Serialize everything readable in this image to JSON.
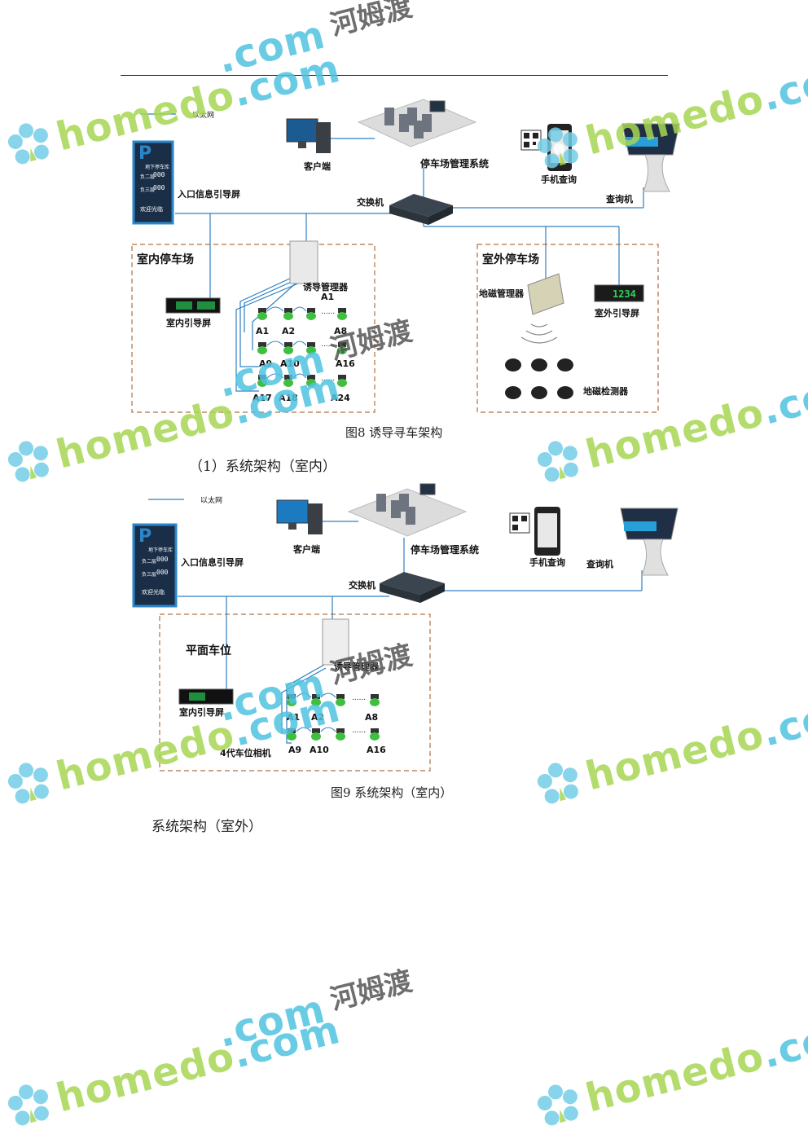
{
  "figure8": {
    "legend": "以太网",
    "client": "客户端",
    "mgmt_system": "停车场管理系统",
    "phone_query": "手机查询",
    "kiosk": "查询机",
    "entrance_screen": "入口信息引导屏",
    "switch": "交换机",
    "indoor_title": "室内停车场",
    "outdoor_title": "室外停车场",
    "guide_manager": "诱导管理器",
    "indoor_screen": "室内引导屏",
    "mag_manager": "地磁管理器",
    "outdoor_screen": "室外引导屏",
    "mag_detector": "地磁检测器",
    "outdoor_screen_digits": "1234",
    "row_labels": [
      [
        "A1",
        "A2",
        "A8"
      ],
      [
        "A9",
        "A10",
        "A16"
      ],
      [
        "A17",
        "A18",
        "A24"
      ]
    ],
    "first_label": "A1",
    "dots": "......",
    "caption": "图8 诱导寻车架构"
  },
  "para1": "（1）系统架构（室内）",
  "figure9": {
    "legend": "以太网",
    "client": "客户端",
    "mgmt_system": "停车场管理系统",
    "phone_query": "手机查询",
    "kiosk": "查询机",
    "entrance_screen": "入口信息引导屏",
    "switch": "交换机",
    "zone_title": "平面车位",
    "guide_manager": "诱导管理器",
    "indoor_screen": "室内引导屏",
    "camera": "4代车位相机",
    "row_labels": [
      [
        "A1",
        "A2",
        "A8"
      ],
      [
        "A9",
        "A10",
        "A16"
      ]
    ],
    "dots": "......",
    "caption": "图9 系统架构（室内）"
  },
  "para2": "系统架构（室外）",
  "entrance_sign": {
    "letter": "P",
    "line1": "地下停车库",
    "level1": "负二层",
    "level2": "负三层",
    "count1": "000",
    "count2": "000",
    "welcome": "欢迎光临"
  },
  "watermark": {
    "brand_a": "home",
    "brand_b": "do",
    "brand_c": ".com",
    "brand_cn": "河姆渡"
  },
  "colors": {
    "line": "#2e7fc2",
    "dash": "#b07040",
    "green": "#3fbf3f",
    "wm_green": "#a8d654",
    "wm_blue": "#4fc3e0"
  }
}
